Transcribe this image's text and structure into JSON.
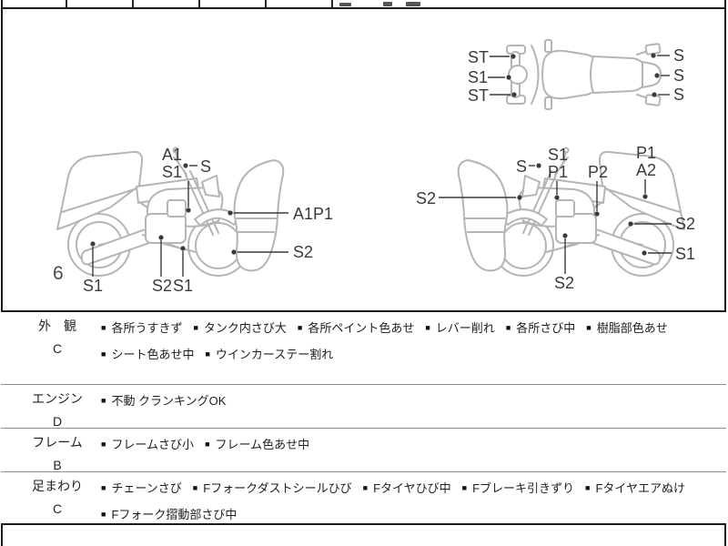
{
  "diagram": {
    "page_number": "6",
    "top_view_labels": [
      "ST",
      "S1",
      "ST",
      "S",
      "S",
      "S"
    ],
    "left_bike_labels": [
      "A1",
      "S1",
      "S",
      "A1P1",
      "S2",
      "S1",
      "S2",
      "S1"
    ],
    "right_bike_labels": [
      "S2",
      "S",
      "S1",
      "P1",
      "P2",
      "P1",
      "A2",
      "S2",
      "S1",
      "S2"
    ]
  },
  "condition_table": {
    "rows": [
      {
        "category": "外　観",
        "grade": "C",
        "items": [
          "各所うすきず",
          "タンク内さび大",
          "各所ペイント色あせ",
          "レバー削れ",
          "各所さび中",
          "樹脂部色あせ",
          "シート色あせ中",
          "ウインカーステー割れ"
        ]
      },
      {
        "category": "エンジン",
        "grade": "D",
        "items": [
          "不動 クランキングOK"
        ]
      },
      {
        "category": "フレーム",
        "grade": "B",
        "items": [
          "フレームさび小",
          "フレーム色あせ中"
        ]
      },
      {
        "category": "足まわり",
        "grade": "C",
        "items": [
          "チェーンさび",
          "Fフォークダストシールひび",
          "Fタイヤひび中",
          "Fブレーキ引きずり",
          "Fタイヤエアぬけ",
          "Fフォーク摺動部さび中"
        ]
      }
    ]
  },
  "colors": {
    "line_art": "#b5b5b5",
    "label_text": "#3a3a3a",
    "table_text": "#1e1e1e",
    "border": "#1c1c1c",
    "row_separator": "#8f8f8f"
  }
}
